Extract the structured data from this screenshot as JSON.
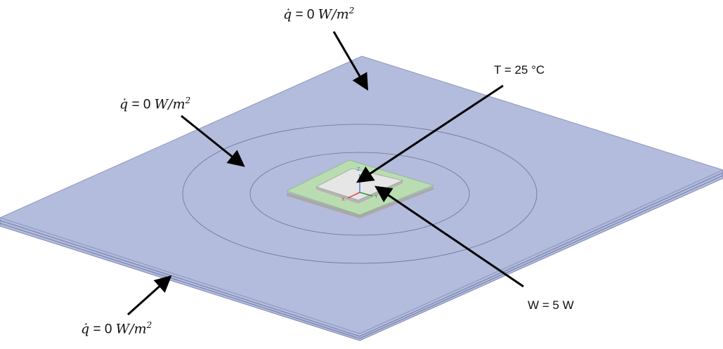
{
  "labels": {
    "top_flux": {
      "symbol": "q̇",
      "eq": " = 0 ",
      "unit": "W/m",
      "exp": "2"
    },
    "left_flux": {
      "symbol": "q̇",
      "eq": " = 0 ",
      "unit": "W/m",
      "exp": "2"
    },
    "bottom_flux": {
      "symbol": "q̇",
      "eq": " = 0 ",
      "unit": "W/m",
      "exp": "2"
    },
    "temperature": "T = 25 °C",
    "power": "W = 5 W"
  },
  "axes": {
    "x": "X",
    "y": "Y",
    "z": "Z"
  },
  "colors": {
    "board": "#b3bcdc",
    "board_edge": "#7f88b4",
    "substrate": "#b9ddb0",
    "chip": "#e6e6e6",
    "x_axis": "#e23b3b",
    "y_axis": "#2c9a2c",
    "z_axis": "#4a7be0"
  }
}
